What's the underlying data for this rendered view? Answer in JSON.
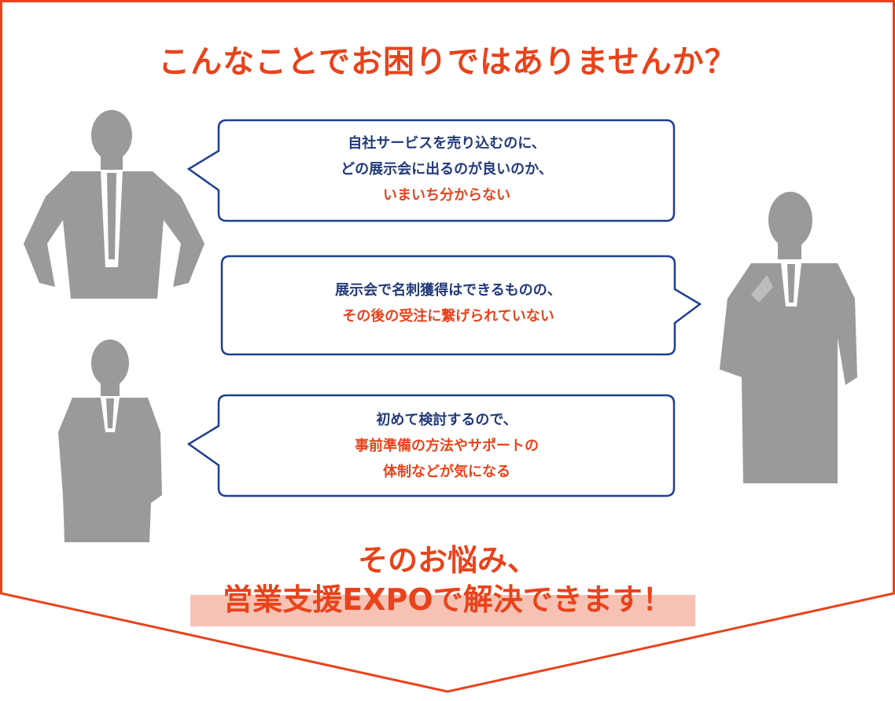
{
  "heading": "こんなことでお困りではありませんか？",
  "bubbles": [
    {
      "lines": [
        "自社サービスを売り込むのに、",
        "どの展示会に出るのが良いのか、",
        "いまいち分からない"
      ],
      "accent_from": 2
    },
    {
      "lines": [
        "展示会で名刺獲得はできるものの、",
        "その後の受注に繋げられていない"
      ],
      "accent_from": 1
    },
    {
      "lines": [
        "初めて検討するので、",
        "事前準備の方法やサポートの",
        "体制などが気になる"
      ],
      "accent_from": 1
    }
  ],
  "conclusion": {
    "line1": "そのお悩み、",
    "line2": "営業支援EXPOで解決できます！"
  },
  "colors": {
    "accent": "#e8431b",
    "navy": "#223a7a",
    "border": "#1f3f8f",
    "silhouette": "#9a9a9a",
    "highlight": "#f7c2b4"
  },
  "icons": [
    "businessman-hands-on-hips-icon",
    "businessman-phone-thinking-icon",
    "businessman-arms-crossed-icon"
  ]
}
